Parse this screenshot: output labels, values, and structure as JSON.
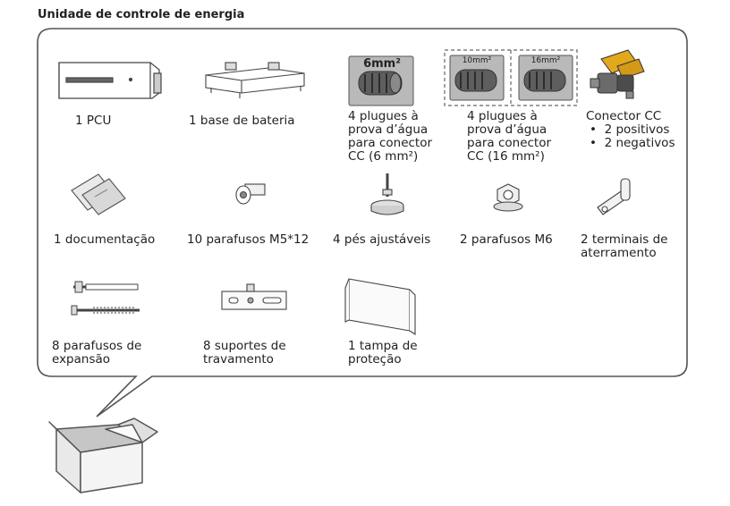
{
  "title": "Unidade de controle de energia",
  "items": [
    {
      "label": "1 PCU",
      "icon": "pcu-icon"
    },
    {
      "label": "1 base de bateria",
      "icon": "battery-base-icon"
    },
    {
      "label_lines": [
        "4 plugues à",
        "prova d’água",
        "para conector",
        "CC (6 mm²)"
      ],
      "chip": "6mm²",
      "icon": "waterproof-plug-icon"
    },
    {
      "label_lines": [
        "4 plugues à",
        "prova d’água",
        "para conector",
        "CC (16 mm²)"
      ],
      "chips": [
        "10mm²",
        "16mm²"
      ],
      "icon": "waterproof-plug-icon"
    },
    {
      "label": "Conector CC",
      "bullets": [
        "2 positivos",
        "2 negativos"
      ],
      "icon": "dc-connector-icon"
    },
    {
      "label": "1 documentação",
      "icon": "documentation-icon"
    },
    {
      "label": "10 parafusos M5*12",
      "icon": "m5-screw-icon"
    },
    {
      "label": "4 pés ajustáveis",
      "icon": "adjustable-foot-icon"
    },
    {
      "label": "2 parafusos M6",
      "icon": "m6-screw-icon"
    },
    {
      "label_lines": [
        "2 terminais de",
        "aterramento"
      ],
      "icon": "ground-terminal-icon"
    },
    {
      "label_lines": [
        "8 parafusos de",
        "expansão"
      ],
      "icon": "expansion-bolt-icon"
    },
    {
      "label_lines": [
        "8 suportes de",
        "travamento"
      ],
      "icon": "locking-bracket-icon"
    },
    {
      "label_lines": [
        "1 tampa de",
        "proteção"
      ],
      "icon": "protective-cover-icon"
    }
  ],
  "colors": {
    "outline": "#555555",
    "box_fill": "#ececec",
    "connector_accent": "#e3a81c"
  }
}
